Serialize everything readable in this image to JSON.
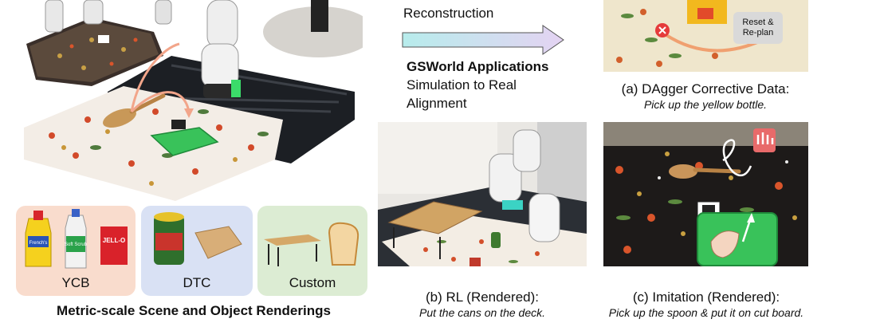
{
  "figure": {
    "top_text_clipped": "Reconstruction",
    "applications_title": "GSWorld Applications",
    "applications_line1": "Simulation to Real",
    "applications_line2": "Alignment",
    "object_sets": [
      {
        "label": "YCB",
        "color": "#f9dccd"
      },
      {
        "label": "DTC",
        "color": "#d9e1f4"
      },
      {
        "label": "Custom",
        "color": "#dcecd3"
      }
    ],
    "bottom_left_caption": "Metric-scale Scene and Object Renderings",
    "panel_a": {
      "title": "(a) DAgger Corrective Data:",
      "subtitle": "Pick up the yellow bottle.",
      "button_line1": "Reset &",
      "button_line2": "Re-plan"
    },
    "panel_b": {
      "title": "(b) RL (Rendered):",
      "subtitle": "Put the cans on the deck."
    },
    "panel_c": {
      "title": "(c) Imitation (Rendered):",
      "subtitle": "Pick up the spoon & put it on cut board."
    },
    "product_text": {
      "mustard": "French's",
      "soft_scrub": "Soft Scrub",
      "jello": "JELL-O"
    }
  }
}
